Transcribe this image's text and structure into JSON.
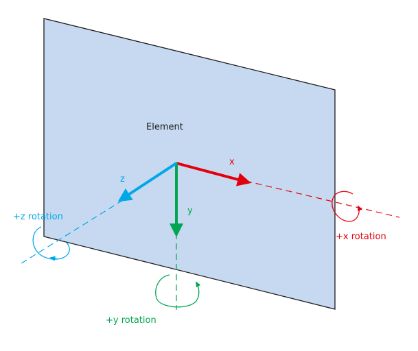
{
  "title": "Element",
  "colors": {
    "plane_fill": "#c6d9f0",
    "plane_stroke": "#1a1a1a",
    "x": "#e3000b",
    "y": "#00a651",
    "z": "#00a8e8"
  },
  "axes": {
    "x": {
      "label": "x",
      "rotation_label": "+x rotation"
    },
    "y": {
      "label": "y",
      "rotation_label": "+y rotation"
    },
    "z": {
      "label": "z",
      "rotation_label": "+z rotation"
    }
  }
}
